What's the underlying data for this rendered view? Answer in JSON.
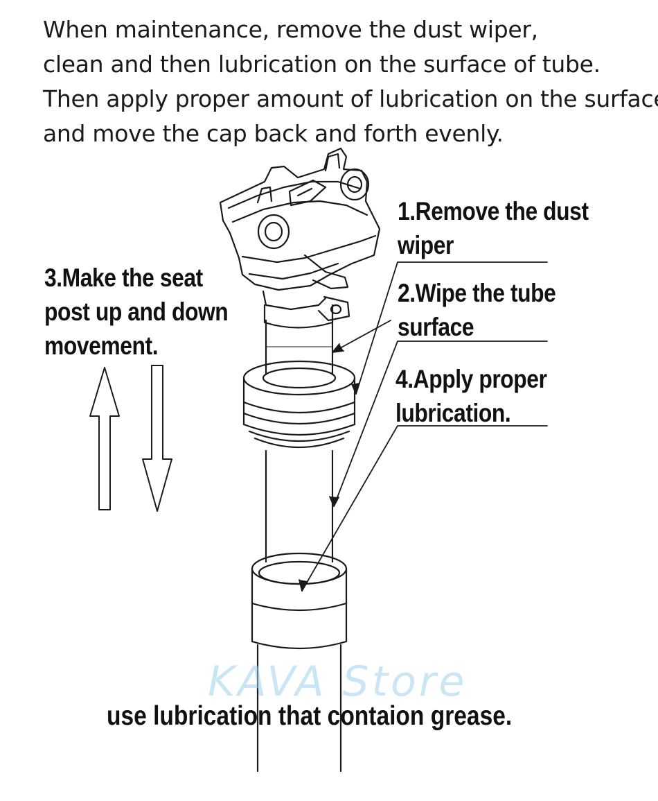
{
  "intro": {
    "lines": [
      "When maintenance, remove the dust wiper,",
      "clean and then lubrication on the surface of tube.",
      "Then apply proper amount of lubrication on the surface",
      "and move the cap back and forth evenly."
    ]
  },
  "steps": {
    "step1": [
      "1.Remove the dust",
      "wiper"
    ],
    "step2": [
      "2.Wipe the tube",
      "surface"
    ],
    "step3": [
      "3.Make the seat",
      "post up and down",
      "movement."
    ],
    "step4": [
      "4.Apply proper",
      "lubrication."
    ]
  },
  "bottom_note": "use lubrication that contaion grease.",
  "watermark": "KAVA Store",
  "icons": [
    "up-arrow-icon",
    "down-arrow-icon"
  ],
  "colors": {
    "line": "#1a1a1a",
    "watermark": "#9fd2ee"
  }
}
